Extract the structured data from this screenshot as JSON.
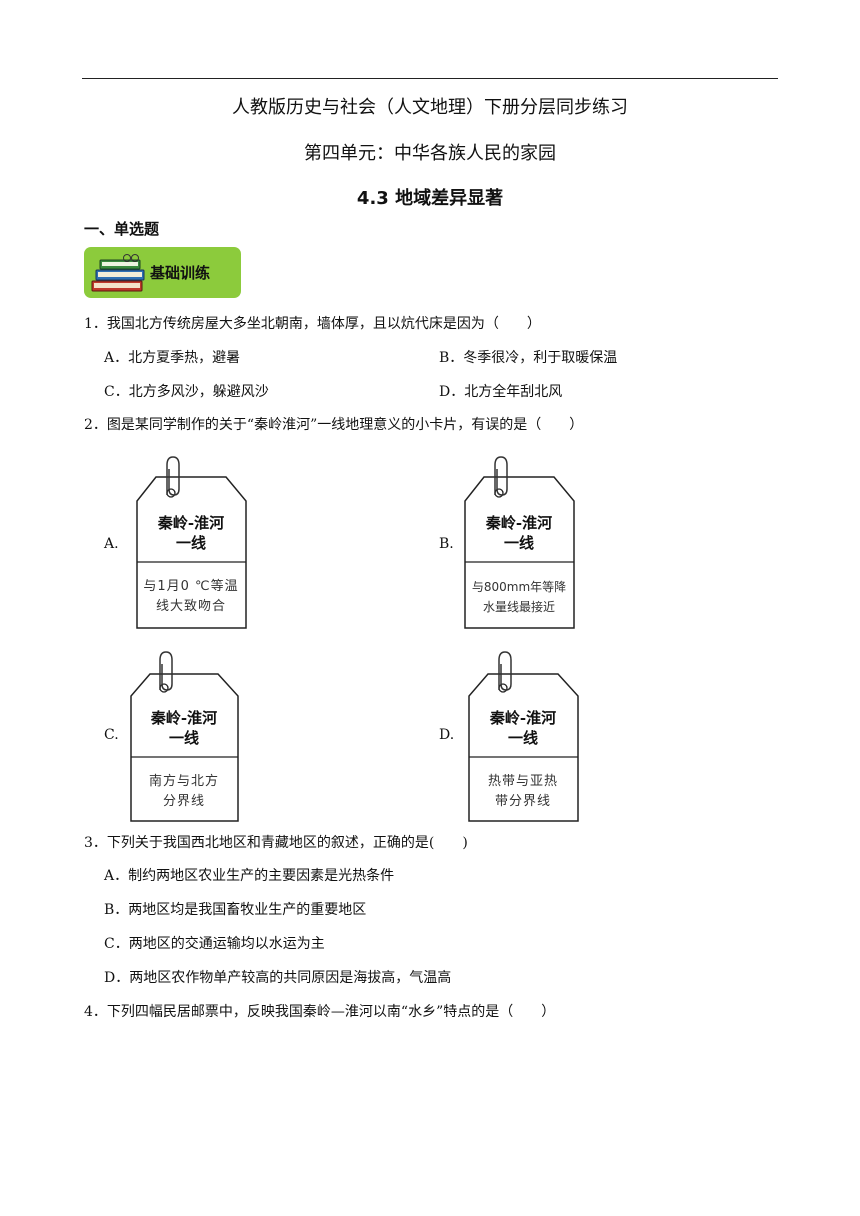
{
  "header": {
    "title": "人教版历史与社会（人文地理）下册分层同步练习",
    "unit": "第四单元：中华各族人民的家园",
    "lesson": "4.3 地域差异显著"
  },
  "section": {
    "label": "一、单选题"
  },
  "badge": {
    "label": "基础训练"
  },
  "questions": [
    {
      "stem": "1．我国北方传统房屋大多坐北朝南，墙体厚，且以炕代床是因为（　　）",
      "options": [
        "A．北方夏季热，避暑",
        "B．冬季很冷，利于取暖保温",
        "C．北方多风沙，躲避风沙",
        "D．北方全年刮北风"
      ]
    },
    {
      "stem": "2．图是某同学制作的关于“秦岭淮河”一线地理意义的小卡片，有误的是（　　）",
      "cards": [
        {
          "letter": "A.",
          "title1": "秦岭-淮河",
          "title2": "一线",
          "text1": "与1月0 ℃等温",
          "text2": "线大致吻合"
        },
        {
          "letter": "B.",
          "title1": "秦岭-淮河",
          "title2": "一线",
          "text1": "与800mm年等降",
          "text2": "水量线最接近"
        },
        {
          "letter": "C.",
          "title1": "秦岭-淮河",
          "title2": "一线",
          "text1": "南方与北方",
          "text2": "分界线"
        },
        {
          "letter": "D.",
          "title1": "秦岭-淮河",
          "title2": "一线",
          "text1": "热带与亚热",
          "text2": "带分界线"
        }
      ]
    },
    {
      "stem": "3．下列关于我国西北地区和青藏地区的叙述，正确的是(　　)",
      "options": [
        "A．制约两地区农业生产的主要因素是光热条件",
        "B．两地区均是我国畜牧业生产的重要地区",
        "C．两地区的交通运输均以水运为主",
        "D．两地区农作物单产较高的共同原因是海拔高，气温高"
      ]
    },
    {
      "stem": "4．下列四幅民居邮票中，反映我国秦岭—淮河以南“水乡”特点的是（　　）"
    }
  ]
}
